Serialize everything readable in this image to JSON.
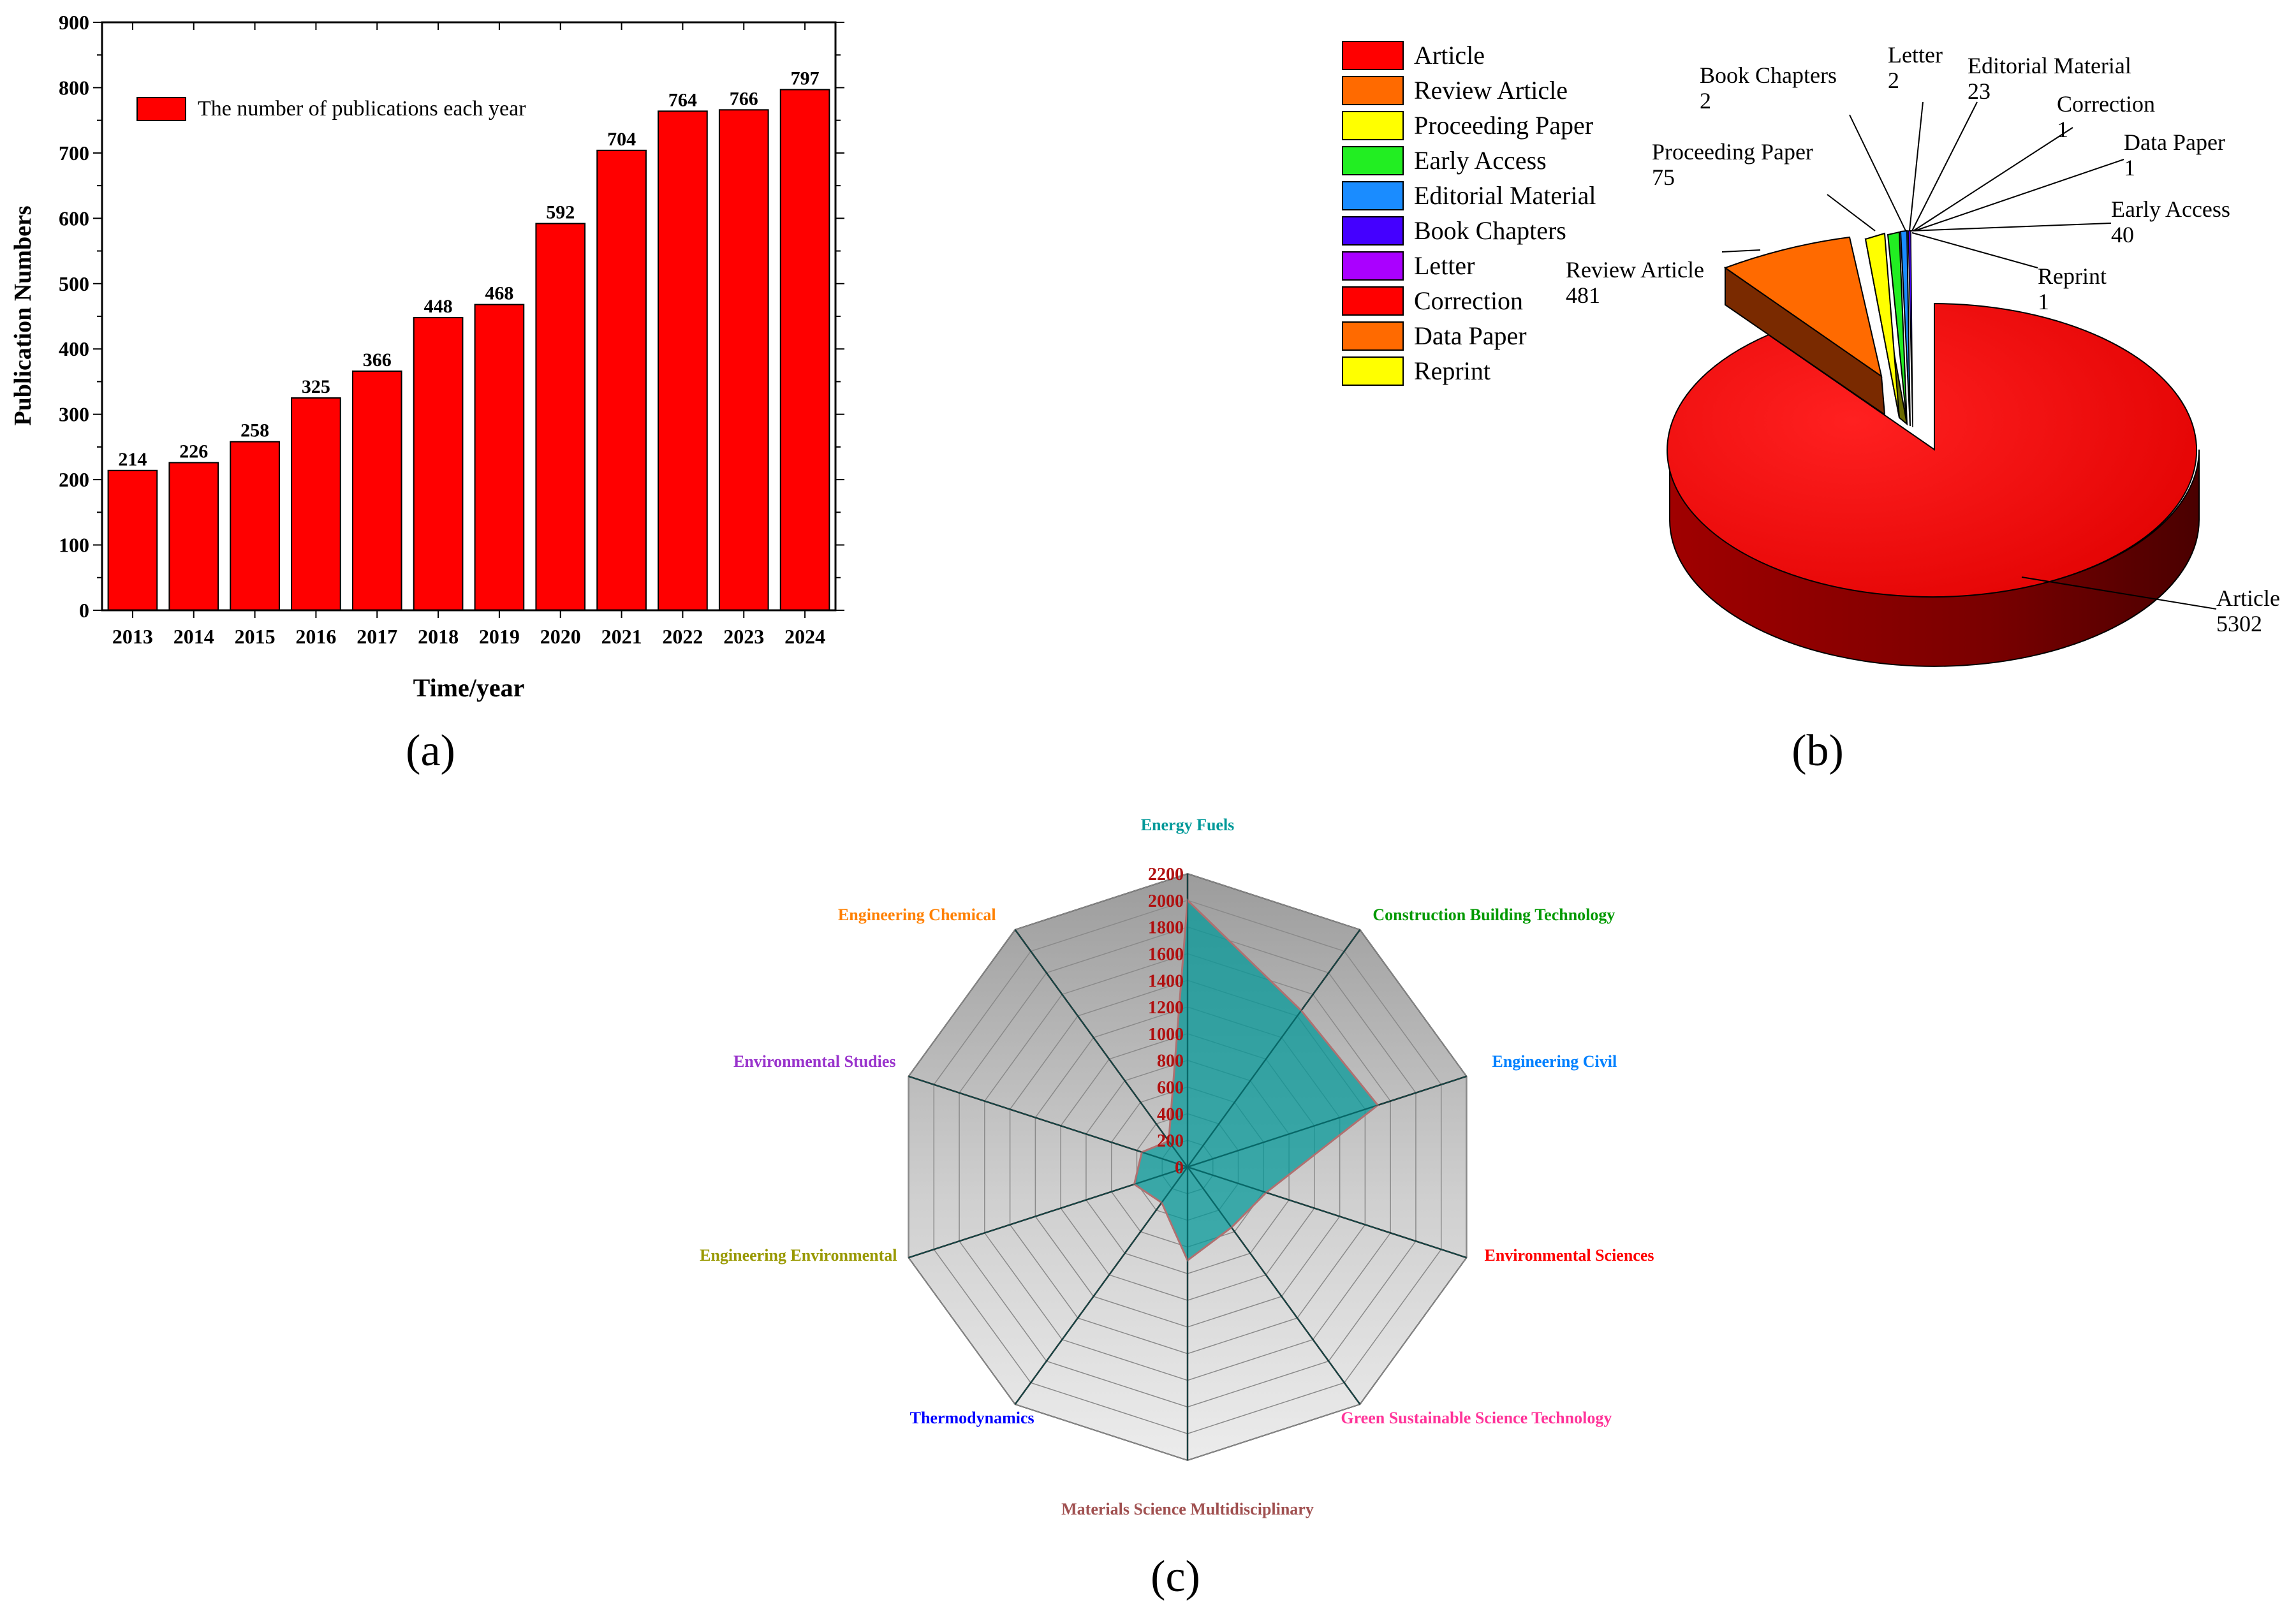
{
  "chart_data": [
    {
      "id": "a",
      "type": "bar",
      "panel_label": "(a)",
      "categories": [
        "2013",
        "2014",
        "2015",
        "2016",
        "2017",
        "2018",
        "2019",
        "2020",
        "2021",
        "2022",
        "2023",
        "2024"
      ],
      "values": [
        214,
        226,
        258,
        325,
        366,
        448,
        468,
        592,
        704,
        764,
        766,
        797
      ],
      "series": [
        {
          "name": "The number of publications each year",
          "values": [
            214,
            226,
            258,
            325,
            366,
            448,
            468,
            592,
            704,
            764,
            766,
            797
          ]
        }
      ],
      "xlabel": "Time/year",
      "ylabel": "Publication Numbers",
      "ylim": [
        0,
        900
      ],
      "yticks": [
        0,
        100,
        200,
        300,
        400,
        500,
        600,
        700,
        800,
        900
      ],
      "legend_position": "top-left",
      "grid": false,
      "colors": {
        "bar": "#ff0000"
      }
    },
    {
      "id": "b",
      "type": "pie",
      "panel_label": "(b)",
      "style": "3d-exploded",
      "labels": [
        "Article",
        "Review Article",
        "Proceeding Paper",
        "Early Access",
        "Editorial Material",
        "Book Chapters",
        "Letter",
        "Correction",
        "Data Paper",
        "Reprint"
      ],
      "values": [
        5302,
        481,
        75,
        40,
        23,
        2,
        2,
        1,
        1,
        1
      ],
      "colors": [
        "#ff0000",
        "#ff6a00",
        "#ffff00",
        "#22ee22",
        "#1a8cff",
        "#4400ff",
        "#aa00ff",
        "#ff0000",
        "#ff6a00",
        "#ffff00"
      ],
      "legend_position": "top-left"
    },
    {
      "id": "c",
      "type": "radar",
      "panel_label": "(c)",
      "axes": [
        "Energy Fuels",
        "Construction Building Technology",
        "Engineering Civil",
        "Environmental Sciences",
        "Green Sustainable Science Technology",
        "Materials Science Multidisciplinary",
        "Thermodynamics",
        "Engineering Environmental",
        "Environmental Studies",
        "Engineering Chemical"
      ],
      "axis_colors": [
        "#009999",
        "#009900",
        "#0080ff",
        "#ff0000",
        "#ff3399",
        "#a05050",
        "#0000ff",
        "#999900",
        "#9933cc",
        "#ff8000"
      ],
      "values": [
        2000,
        1450,
        1500,
        620,
        560,
        700,
        330,
        420,
        360,
        240
      ],
      "rlim": [
        0,
        2200
      ],
      "rticks": [
        0,
        200,
        400,
        600,
        800,
        1000,
        1200,
        1400,
        1600,
        1800,
        2000,
        2200
      ],
      "fill_color": "#009999",
      "grid": true
    }
  ]
}
